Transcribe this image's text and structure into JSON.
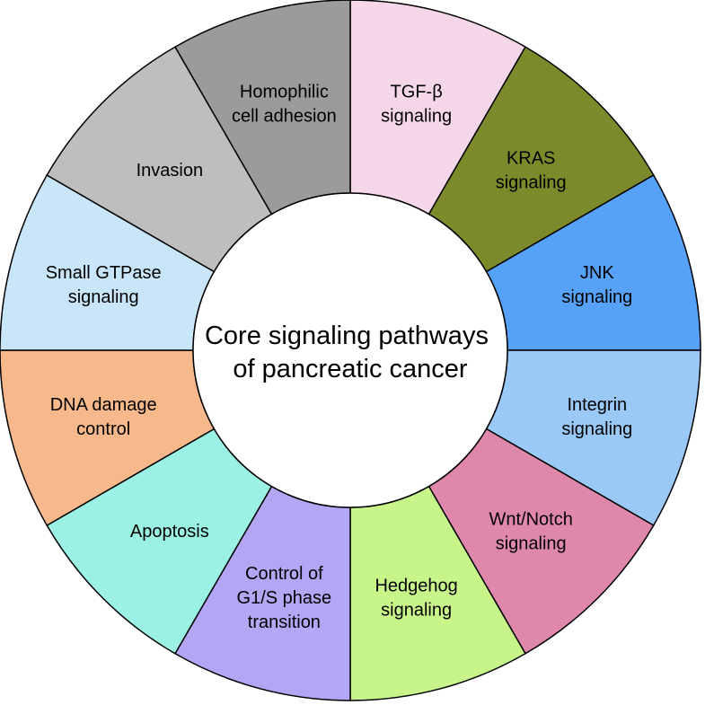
{
  "center": {
    "lines": [
      "Core signaling pathways",
      "of pancreatic cancer"
    ]
  },
  "segments": [
    {
      "lines": [
        "TGF-β",
        "signaling"
      ],
      "color": "#f5d7e9"
    },
    {
      "lines": [
        "KRAS",
        "signaling"
      ],
      "color": "#7d8a2b"
    },
    {
      "lines": [
        "JNK",
        "signaling"
      ],
      "color": "#57a2f9"
    },
    {
      "lines": [
        "Integrin",
        "signaling"
      ],
      "color": "#9bc9f7"
    },
    {
      "lines": [
        "Wnt/Notch",
        "signaling"
      ],
      "color": "#df88ab"
    },
    {
      "lines": [
        "Hedgehog",
        "signaling"
      ],
      "color": "#c7f58a"
    },
    {
      "lines": [
        "Control of",
        "G1/S phase",
        "transition"
      ],
      "color": "#b3a6f4"
    },
    {
      "lines": [
        "Apoptosis"
      ],
      "color": "#9bf1e4"
    },
    {
      "lines": [
        "DNA damage",
        "control"
      ],
      "color": "#f7b98b"
    },
    {
      "lines": [
        "Small GTPase",
        "signaling"
      ],
      "color": "#c9e5fa"
    },
    {
      "lines": [
        "Invasion"
      ],
      "color": "#bebebe"
    },
    {
      "lines": [
        "Homophilic",
        "cell adhesion"
      ],
      "color": "#9b9b9b"
    }
  ]
}
